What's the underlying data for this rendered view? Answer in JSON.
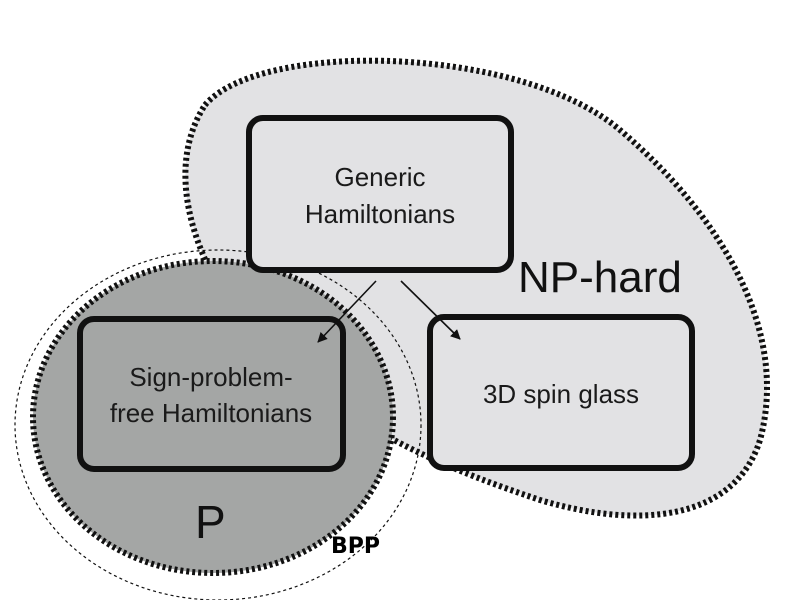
{
  "regions": {
    "np_hard": {
      "label": "NP-hard",
      "fill": "#e2e2e4",
      "border": "#111111"
    },
    "p": {
      "label": "P",
      "fill": "#a4a6a5",
      "border": "#111111"
    },
    "bpp": {
      "label": "BPP",
      "border": "#111111"
    }
  },
  "nodes": {
    "generic": {
      "line1": "Generic",
      "line2": "Hamiltonians"
    },
    "sign_free": {
      "line1": "Sign-problem-",
      "line2": "free Hamiltonians"
    },
    "spin_glass": {
      "line1": "3D spin glass"
    }
  },
  "edges": [
    {
      "from": "generic",
      "to": "sign_free"
    },
    {
      "from": "generic",
      "to": "spin_glass"
    }
  ],
  "colors": {
    "node_border": "#111111",
    "text": "#1a1a1a",
    "arrow": "#111111"
  }
}
